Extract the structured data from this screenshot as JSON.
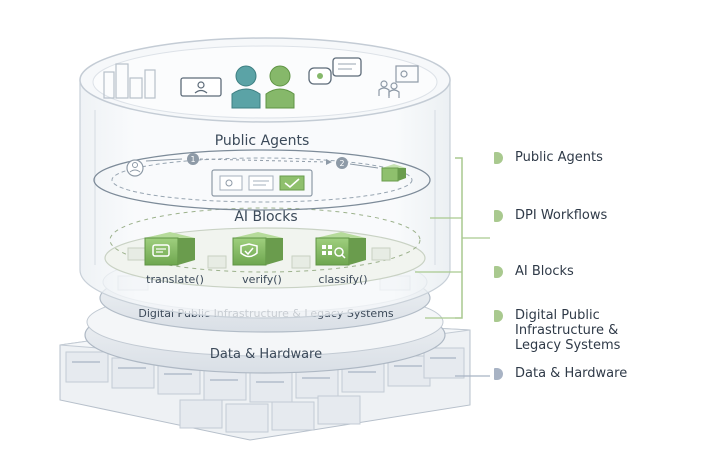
{
  "layers": {
    "public_agents": "Public Agents",
    "ai_blocks": "AI Blocks",
    "dpi": "Digital Public Infrastructure & Legacy Systems",
    "data_hardware": "Data & Hardware"
  },
  "flow_steps": [
    "1",
    "2"
  ],
  "blocks": [
    {
      "label": "translate()",
      "icon": "chat-icon"
    },
    {
      "label": "verify()",
      "icon": "shield-check-icon"
    },
    {
      "label": "classify()",
      "icon": "grid-search-icon"
    }
  ],
  "legend": [
    {
      "label": "Public Agents",
      "color": "#a9c98f"
    },
    {
      "label": "DPI Workflows",
      "color": "#a9c98f"
    },
    {
      "label": "AI Blocks",
      "color": "#a9c98f"
    },
    {
      "label": "Digital Public\nInfrastructure &\nLegacy Systems",
      "color": "#a9c98f"
    },
    {
      "label": "Data & Hardware",
      "color": "#a8b3c4"
    }
  ],
  "colors": {
    "accent_green": "#7fb35e",
    "teal_person": "#5ba3a6",
    "green_person": "#86b86a",
    "slate": "#a8b3c4"
  }
}
